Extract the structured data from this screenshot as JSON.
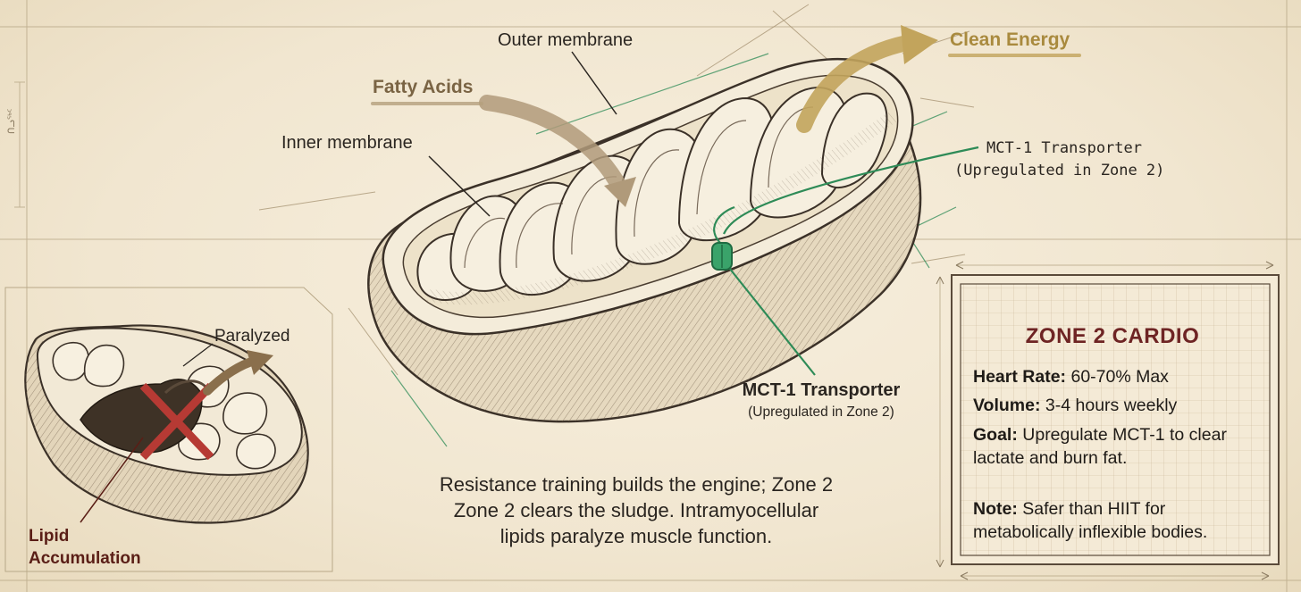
{
  "labels": {
    "outer_membrane": "Outer membrane",
    "inner_membrane": "Inner membrane",
    "fatty_acids": "Fatty Acids",
    "clean_energy": "Clean Energy",
    "mct_mono_line1": "MCT-1 Transporter",
    "mct_mono_line2": "(Upregulated in Zone 2)",
    "mct_title": "MCT-1 Transporter",
    "mct_subtitle": "(Upregulated in Zone 2)",
    "paralyzed": "Paralyzed",
    "lipid_line1": "Lipid",
    "lipid_line2": "Accumulation",
    "side_mark": "ᑎᓗᖅᑦ"
  },
  "caption": {
    "line1": "Resistance training builds the engine; Zone 2",
    "line2": "Zone 2 clears the sludge. Intramyocellular",
    "line3": "lipids paralyze muscle function."
  },
  "zone_card": {
    "title": "ZONE 2 CARDIO",
    "heart_rate_label": "Heart Rate:",
    "heart_rate_value": "60-70% Max",
    "volume_label": "Volume:",
    "volume_value": "3-4 hours weekly",
    "goal_label": "Goal:",
    "goal_value": "Upregulate MCT-1 to clear lactate and burn fat.",
    "note_label": "Note:",
    "note_value": "Safer than HIIT for metabolically inflexible bodies."
  },
  "colors": {
    "ink": "#2a2520",
    "green": "#2e8b57",
    "gold": "#a98a3e",
    "brown_arrow": "#8a6f4c",
    "cross_red": "#b63a34",
    "title_red": "#6e2424"
  }
}
